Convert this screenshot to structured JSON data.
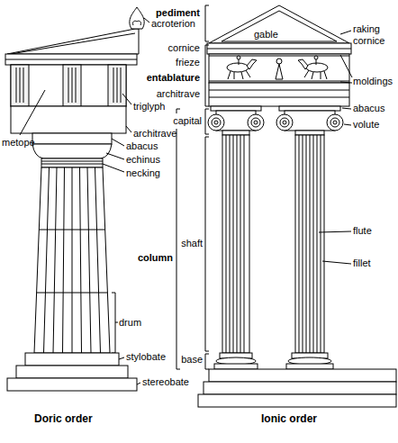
{
  "diagram": {
    "labels": [
      "acroterion",
      "triglyph",
      "architrave",
      "metope",
      "abacus",
      "echinus",
      "necking",
      "drum",
      "stylobate",
      "stereobate",
      "Doric order",
      "pediment",
      "gable",
      "raking cornice",
      "cornice",
      "frieze",
      "entablature",
      "architrave",
      "moldings",
      "capital",
      "abacus",
      "volute",
      "shaft",
      "flute",
      "column",
      "fillet",
      "base",
      "Ionic order"
    ]
  }
}
